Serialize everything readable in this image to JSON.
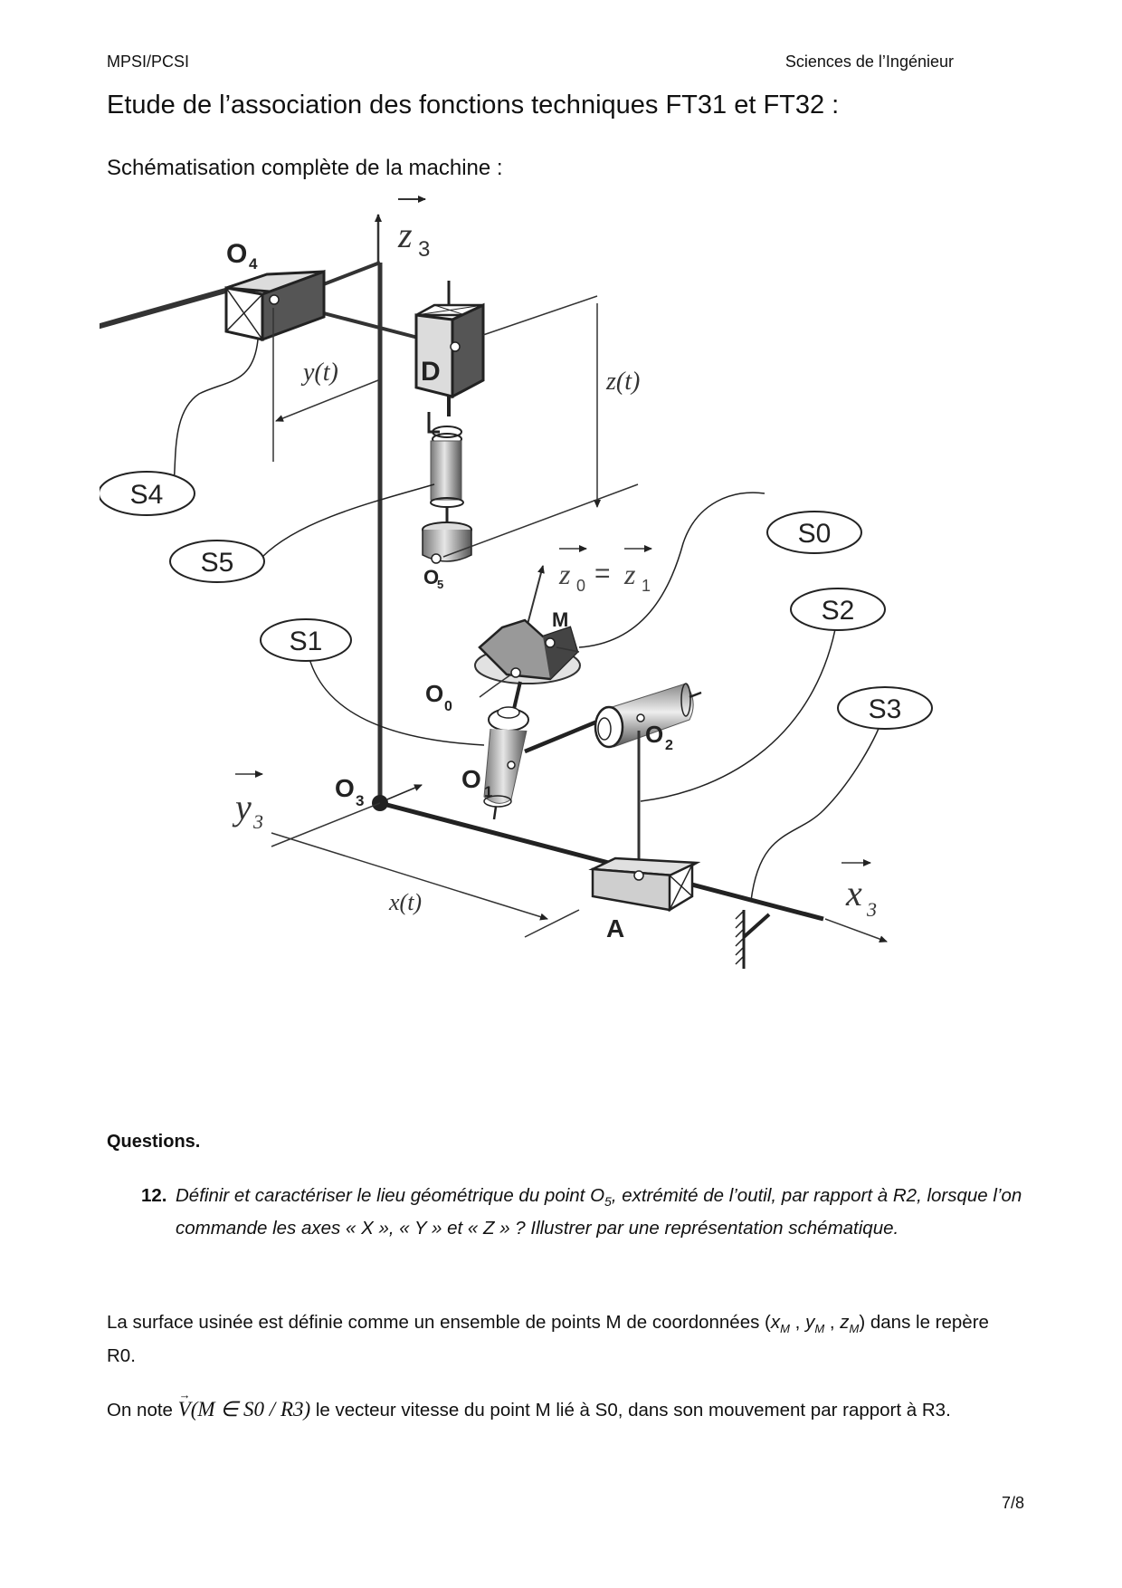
{
  "header": {
    "left": "MPSI/PCSI",
    "right": "Sciences de l’Ingénieur"
  },
  "title": "Etude de l’association des fonctions techniques FT31 et FT32 :",
  "subtitle": "Schématisation complète de la machine :",
  "diagram": {
    "points": {
      "O4": {
        "base": "O",
        "sub": "4"
      },
      "O5": {
        "base": "O",
        "sub": "5"
      },
      "O0": {
        "base": "O",
        "sub": "0"
      },
      "O1": {
        "base": "O",
        "sub": "1"
      },
      "O2": {
        "base": "O",
        "sub": "2"
      },
      "O3": {
        "base": "O",
        "sub": "3"
      },
      "D": "D",
      "M": "M",
      "A": "A"
    },
    "axes": {
      "z3": {
        "base": "z",
        "sub": "3"
      },
      "y3": {
        "base": "y",
        "sub": "3"
      },
      "x3": {
        "base": "x",
        "sub": "3"
      },
      "z0z1": {
        "left": "z",
        "left_sub": "0",
        "eq": "=",
        "right": "z",
        "right_sub": "1"
      }
    },
    "dimensions": {
      "y": "y(t)",
      "z": "z(t)",
      "x": "x(t)"
    },
    "solid_labels": [
      "S4",
      "S5",
      "S0",
      "S1",
      "S2",
      "S3"
    ]
  },
  "questions": {
    "heading": "Questions.",
    "items": [
      {
        "number": "12.",
        "text_before_sub": "Définir et caractériser le lieu géométrique du point O",
        "sub": "5",
        "text_after_sub": ", extrémité de l’outil, par rapport à R2, lorsque l’on commande les axes « X », « Y » et « Z » ? Illustrer par une représentation schématique."
      }
    ]
  },
  "paragraphs": {
    "p1": {
      "text": "La surface usinée est définie comme un ensemble de points M de coordonnées (",
      "coords": [
        {
          "base": "x",
          "sub": "M"
        },
        {
          "base": "y",
          "sub": "M"
        },
        {
          "base": "z",
          "sub": "M"
        }
      ],
      "sep": " , ",
      "close": ")",
      "text_end": " dans le repère R0."
    },
    "p2": {
      "text_start": "On note ",
      "math_vector": "V",
      "math_expr": "(M ∈ S0 / R3)",
      "text_end": " le vecteur vitesse du point M lié à S0, dans son mouvement par rapport à R3."
    }
  },
  "page_number": "7/8"
}
